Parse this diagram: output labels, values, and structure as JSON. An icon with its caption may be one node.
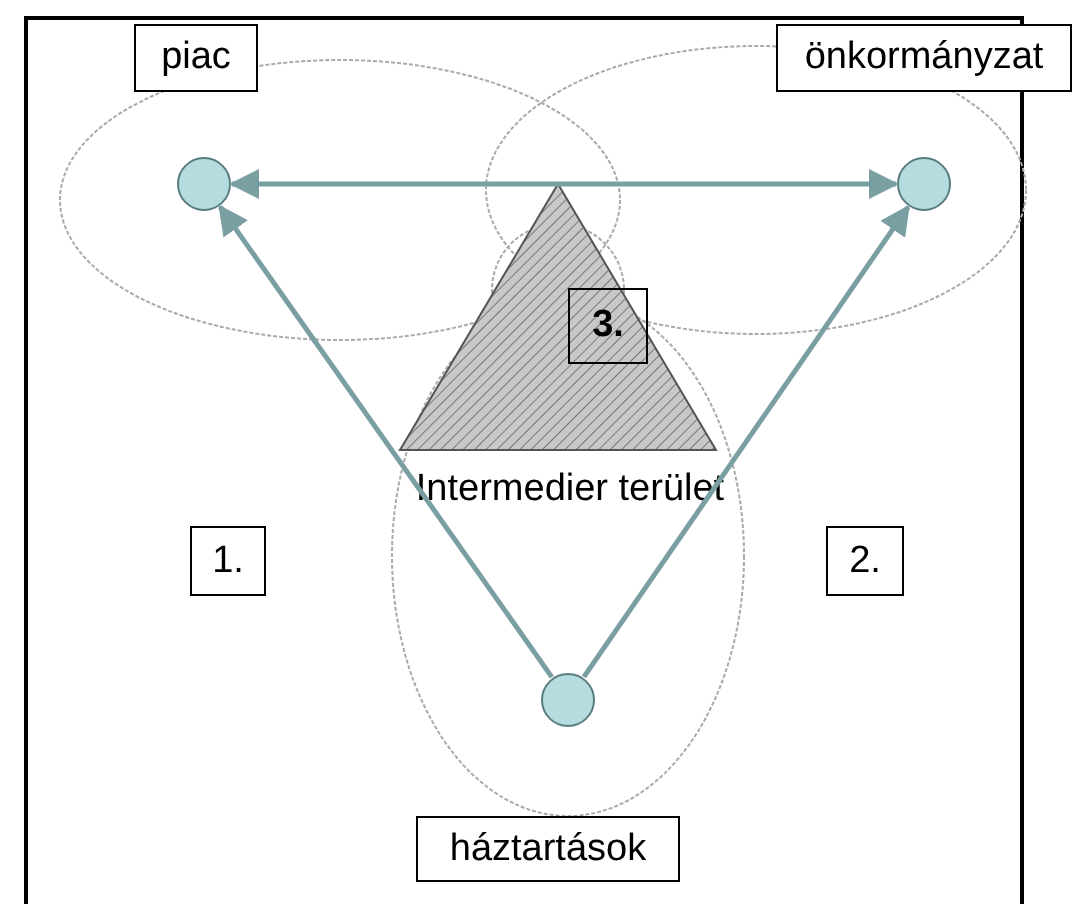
{
  "diagram": {
    "nodes": [
      {
        "text": [
          "piac"
        ]
      },
      {
        "text": [
          "önkormányzat"
        ]
      },
      {
        "text": [],
        "shape": "circle"
      },
      {
        "text": [],
        "shape": "circle"
      },
      {
        "text": [],
        "shape": "triangle"
      },
      {
        "text": [
          "3."
        ],
        "in": 4
      },
      {
        "text": [
          "1."
        ]
      },
      {
        "text": [
          "2."
        ]
      },
      {
        "text": [],
        "shape": "circle"
      },
      {
        "text": [
          "háztartások"
        ]
      }
    ],
    "edges": [
      {
        "from": 2,
        "to": 3,
        "arrow": "both"
      },
      {
        "from": 8,
        "to": 2,
        "arrow": "to"
      },
      {
        "from": 8,
        "to": 3,
        "arrow": "to"
      }
    ],
    "labels": [
      "Intermedier terület"
    ]
  }
}
